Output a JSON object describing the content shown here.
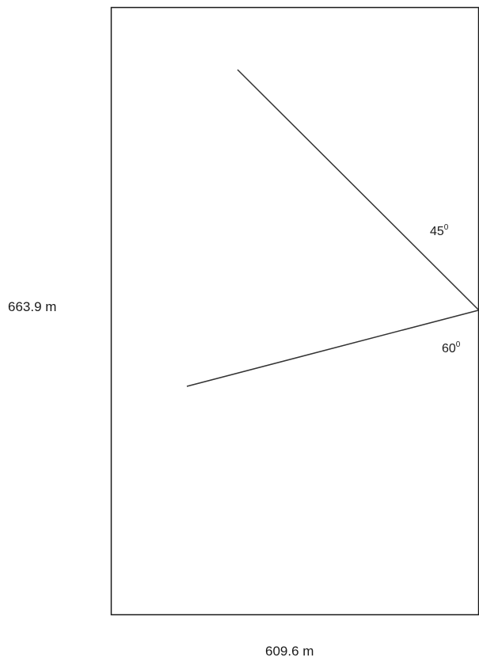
{
  "dimensions": {
    "height_label": "663.9 m",
    "width_label": "609.6 m"
  },
  "angles": {
    "upper": {
      "value": "45",
      "unit": "0"
    },
    "lower": {
      "value": "60",
      "unit": "0"
    }
  },
  "colors": {
    "frame": "#1a1a1a",
    "line": "#333333",
    "text": "#1a1a1a"
  }
}
